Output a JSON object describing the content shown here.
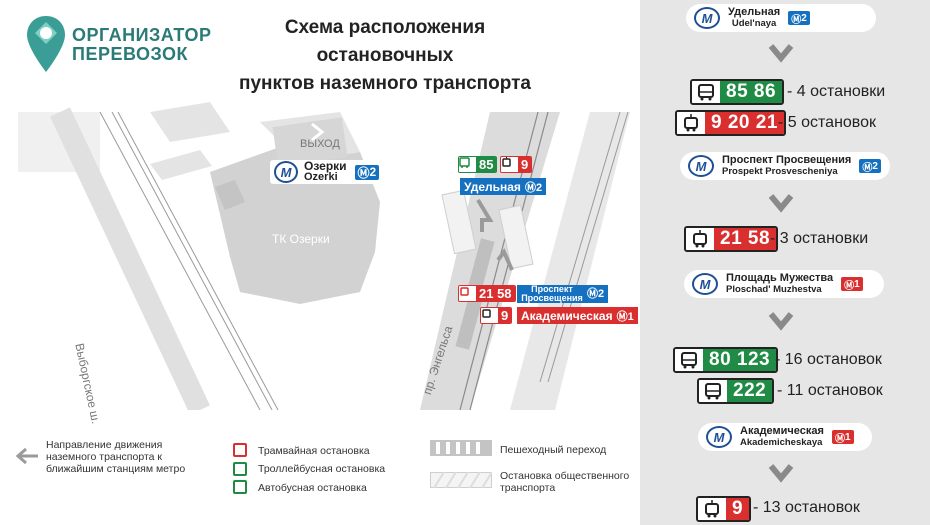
{
  "brand": {
    "line1": "ОРГАНИЗАТОР",
    "line2": "ПЕРЕВОЗОК"
  },
  "title": {
    "line1": "Схема расположения остановочных",
    "line2": "пунктов наземного транспорта"
  },
  "map": {
    "labels": {
      "exit": "ВЫХОД",
      "mall": "ТК Озерки",
      "road_west": "Выборгское ш.",
      "road_east": "пр. Энгельса"
    },
    "ozerki": {
      "ru": "Озерки",
      "en": "Ozerki",
      "line": "2"
    },
    "stop_north": {
      "bus_route": "85",
      "tram_route": "9",
      "direction": "Удельная",
      "direction_line": "2"
    },
    "stop_south": {
      "bus_routes": "21 58",
      "direction1": "Проспект Просвещения",
      "direction1_line": "2",
      "tram_route": "9",
      "direction2": "Академическая",
      "direction2_line": "1"
    }
  },
  "legend": {
    "direction_text": "Направление движения наземного транспорта к ближайшим станциям метро",
    "tram": "Трамвайная остановка",
    "trolley": "Троллейбусная остановка",
    "bus": "Автобусная остановка",
    "crosswalk": "Пешеходный переход",
    "stop_area": "Остановка общественного транспорта"
  },
  "panel": {
    "stations": [
      {
        "ru": "Удельная",
        "en": "Udel'naya",
        "line": "2"
      },
      {
        "ru": "Проспект Просвещения",
        "en": "Prospekt Prosvescheniya",
        "line": "2"
      },
      {
        "ru": "Площадь Мужества",
        "en": "Ploschad' Muzhestva",
        "line": "1"
      },
      {
        "ru": "Академическая",
        "en": "Akademicheskaya",
        "line": "1"
      }
    ],
    "routes": [
      {
        "type": "bus",
        "numbers": "85 86",
        "text": "- 4 остановки"
      },
      {
        "type": "tram",
        "numbers": "9 20 21",
        "text": "- 5 остановок"
      },
      {
        "type": "tram",
        "numbers": "21 58",
        "text": "- 3 остановки"
      },
      {
        "type": "bus",
        "numbers": "80 123",
        "text": "- 16 остановок"
      },
      {
        "type": "bus",
        "numbers": "222",
        "text": "- 11 остановок"
      },
      {
        "type": "tram",
        "numbers": "9",
        "text": "- 13 остановок"
      }
    ]
  },
  "colors": {
    "bus": "#1f8b44",
    "tram": "#d92f2f",
    "metro": "#1e4f96",
    "line2": "#1670c0",
    "line1": "#d92f2f",
    "brand": "#2a7a77"
  }
}
